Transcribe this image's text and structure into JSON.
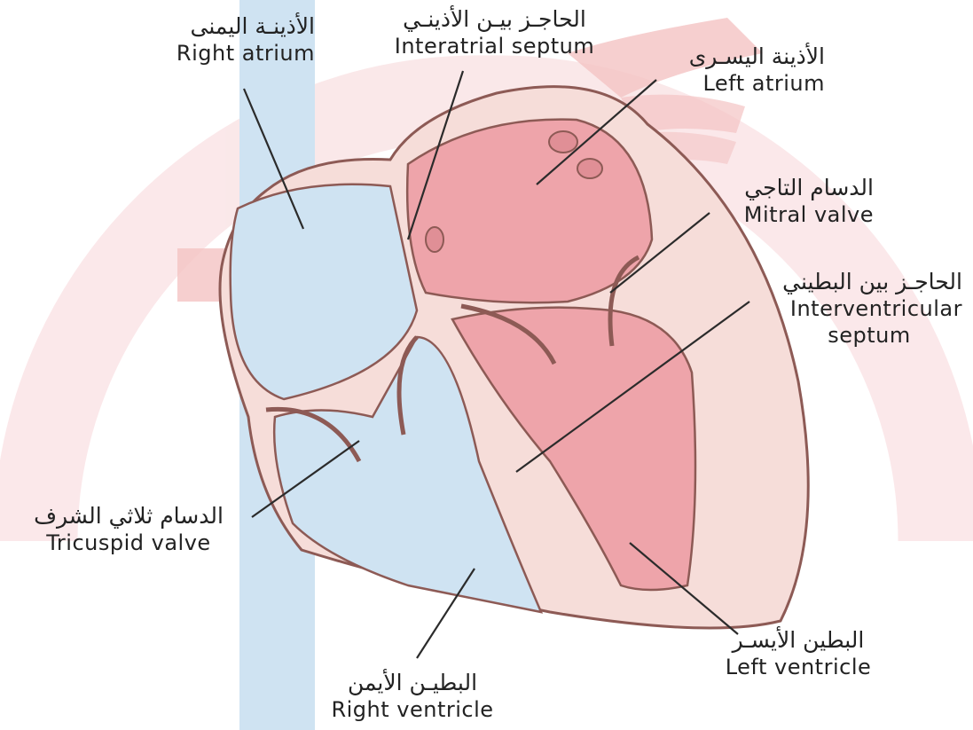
{
  "colors": {
    "background_watermark": "#f7d6d8",
    "right_side_blue": "#cfe3f2",
    "left_side_pink": "#eea4aa",
    "heart_wall": "#f6ddd9",
    "outline": "#8d5a55",
    "leader_line": "#2b2b2b"
  },
  "labels": {
    "right_atrium": {
      "ar": "الأذينـة اليمنى",
      "en": "Right atrium"
    },
    "interatrial_septum": {
      "ar": "الحاجـز بيـن الأذينـي",
      "en": "Interatrial septum"
    },
    "left_atrium": {
      "ar": "الأذينة اليسـرى",
      "en": "Left atrium"
    },
    "mitral_valve": {
      "ar": "الدسام التاجي",
      "en": "Mitral valve"
    },
    "interventricular_septum": {
      "ar": "الحاجـز بين البطيني",
      "en_line1": "Interventricular",
      "en_line2": "septum"
    },
    "tricuspid_valve": {
      "ar": "الدسام ثلاثي الشرف",
      "en": "Tricuspid valve"
    },
    "left_ventricle": {
      "ar": "البطين الأيسـر",
      "en": "Left ventricle"
    },
    "right_ventricle": {
      "ar": "البطيـن الأيمن",
      "en": "Right ventricle"
    }
  }
}
